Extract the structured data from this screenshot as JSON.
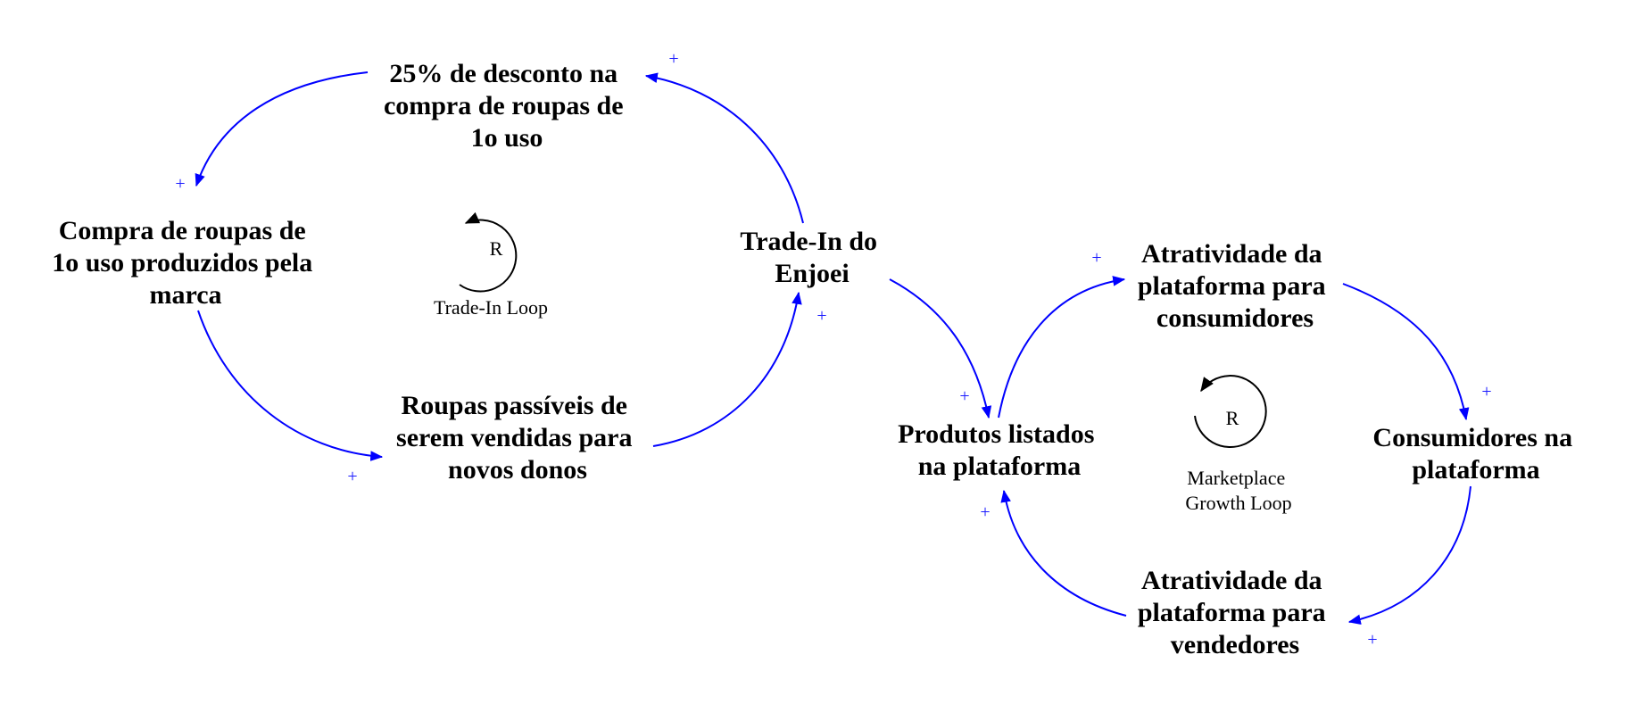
{
  "colors": {
    "link": "#0000ff",
    "polarity": "#1a1aff",
    "text": "#000000",
    "background": "#ffffff"
  },
  "nodes": {
    "desconto": {
      "lines": [
        "25% de desconto na",
        "compra de roupas de",
        "1o uso"
      ]
    },
    "compra": {
      "lines": [
        "Compra de roupas de",
        "1o uso produzidos pela",
        "marca"
      ]
    },
    "roupas": {
      "lines": [
        "Roupas passíveis de",
        "serem vendidas para",
        "novos donos"
      ]
    },
    "tradein": {
      "lines": [
        "Trade-In do",
        "Enjoei"
      ]
    },
    "produtos": {
      "lines": [
        "Produtos listados",
        "na plataforma"
      ]
    },
    "atr_consumidores": {
      "lines": [
        "Atratividade da",
        "plataforma para",
        "consumidores"
      ]
    },
    "consumidores": {
      "lines": [
        "Consumidores na",
        "plataforma"
      ]
    },
    "atr_vendedores": {
      "lines": [
        "Atratividade da",
        "plataforma para",
        "vendedores"
      ]
    }
  },
  "links": [
    {
      "from": "desconto",
      "to": "compra",
      "polarity": "+"
    },
    {
      "from": "compra",
      "to": "roupas",
      "polarity": "+"
    },
    {
      "from": "roupas",
      "to": "tradein",
      "polarity": "+"
    },
    {
      "from": "tradein",
      "to": "desconto",
      "polarity": "+"
    },
    {
      "from": "tradein",
      "to": "produtos",
      "polarity": "+"
    },
    {
      "from": "produtos",
      "to": "atr_consumidores",
      "polarity": "+"
    },
    {
      "from": "atr_consumidores",
      "to": "consumidores",
      "polarity": "+"
    },
    {
      "from": "consumidores",
      "to": "atr_vendedores",
      "polarity": "+"
    },
    {
      "from": "atr_vendedores",
      "to": "produtos",
      "polarity": "+"
    }
  ],
  "loops": {
    "tradein_loop": {
      "type": "R",
      "lines": [
        "Trade-In Loop"
      ]
    },
    "marketplace_loop": {
      "type": "R",
      "lines": [
        "Marketplace",
        "Growth Loop"
      ]
    }
  }
}
